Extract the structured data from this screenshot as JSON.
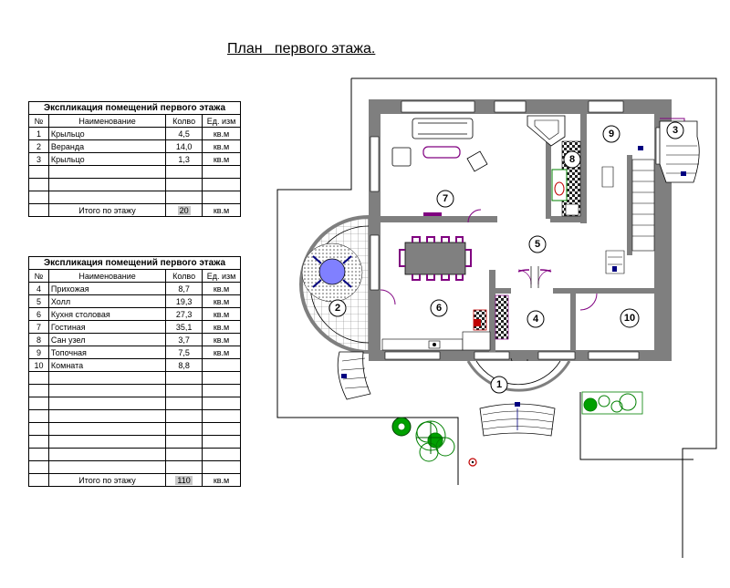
{
  "title": "План   первого этажа.",
  "table1": {
    "caption": "Экспликация помещений первого этажа",
    "headers": [
      "№",
      "Наименование",
      "Колво",
      "Ед. изм"
    ],
    "rows": [
      [
        "1",
        "Крыльцо",
        "4,5",
        "кв.м"
      ],
      [
        "2",
        "Веранда",
        "14,0",
        "кв.м"
      ],
      [
        "3",
        "Крыльцо",
        "1,3",
        "кв.м"
      ]
    ],
    "total_label": "Итого по этажу",
    "total_value": "20",
    "total_unit": "кв.м"
  },
  "table2": {
    "caption": "Экспликация помещений первого этажа",
    "headers": [
      "№",
      "Наименование",
      "Колво",
      "Ед. изм"
    ],
    "rows": [
      [
        "4",
        "Прихожая",
        "8,7",
        "кв.м"
      ],
      [
        "5",
        "Холл",
        "19,3",
        "кв.м"
      ],
      [
        "6",
        "Кухня столовая",
        "27,3",
        "кв.м"
      ],
      [
        "7",
        "Гостиная",
        "35,1",
        "кв.м"
      ],
      [
        "8",
        "Сан узел",
        "3,7",
        "кв.м"
      ],
      [
        "9",
        "Топочная",
        "7,5",
        "кв.м"
      ],
      [
        "10",
        "Комната",
        "8,8",
        ""
      ]
    ],
    "total_label": "Итого по этажу",
    "total_value": "110",
    "total_unit": "кв.м"
  },
  "plan": {
    "room_labels": [
      "1",
      "2",
      "3",
      "4",
      "5",
      "6",
      "7",
      "8",
      "9",
      "10"
    ]
  },
  "colors": {
    "wall": "#7f7f7f",
    "furniture": "#800080",
    "vegetation": "#008000",
    "door_mark": "#000080",
    "stove": "#c00000"
  }
}
